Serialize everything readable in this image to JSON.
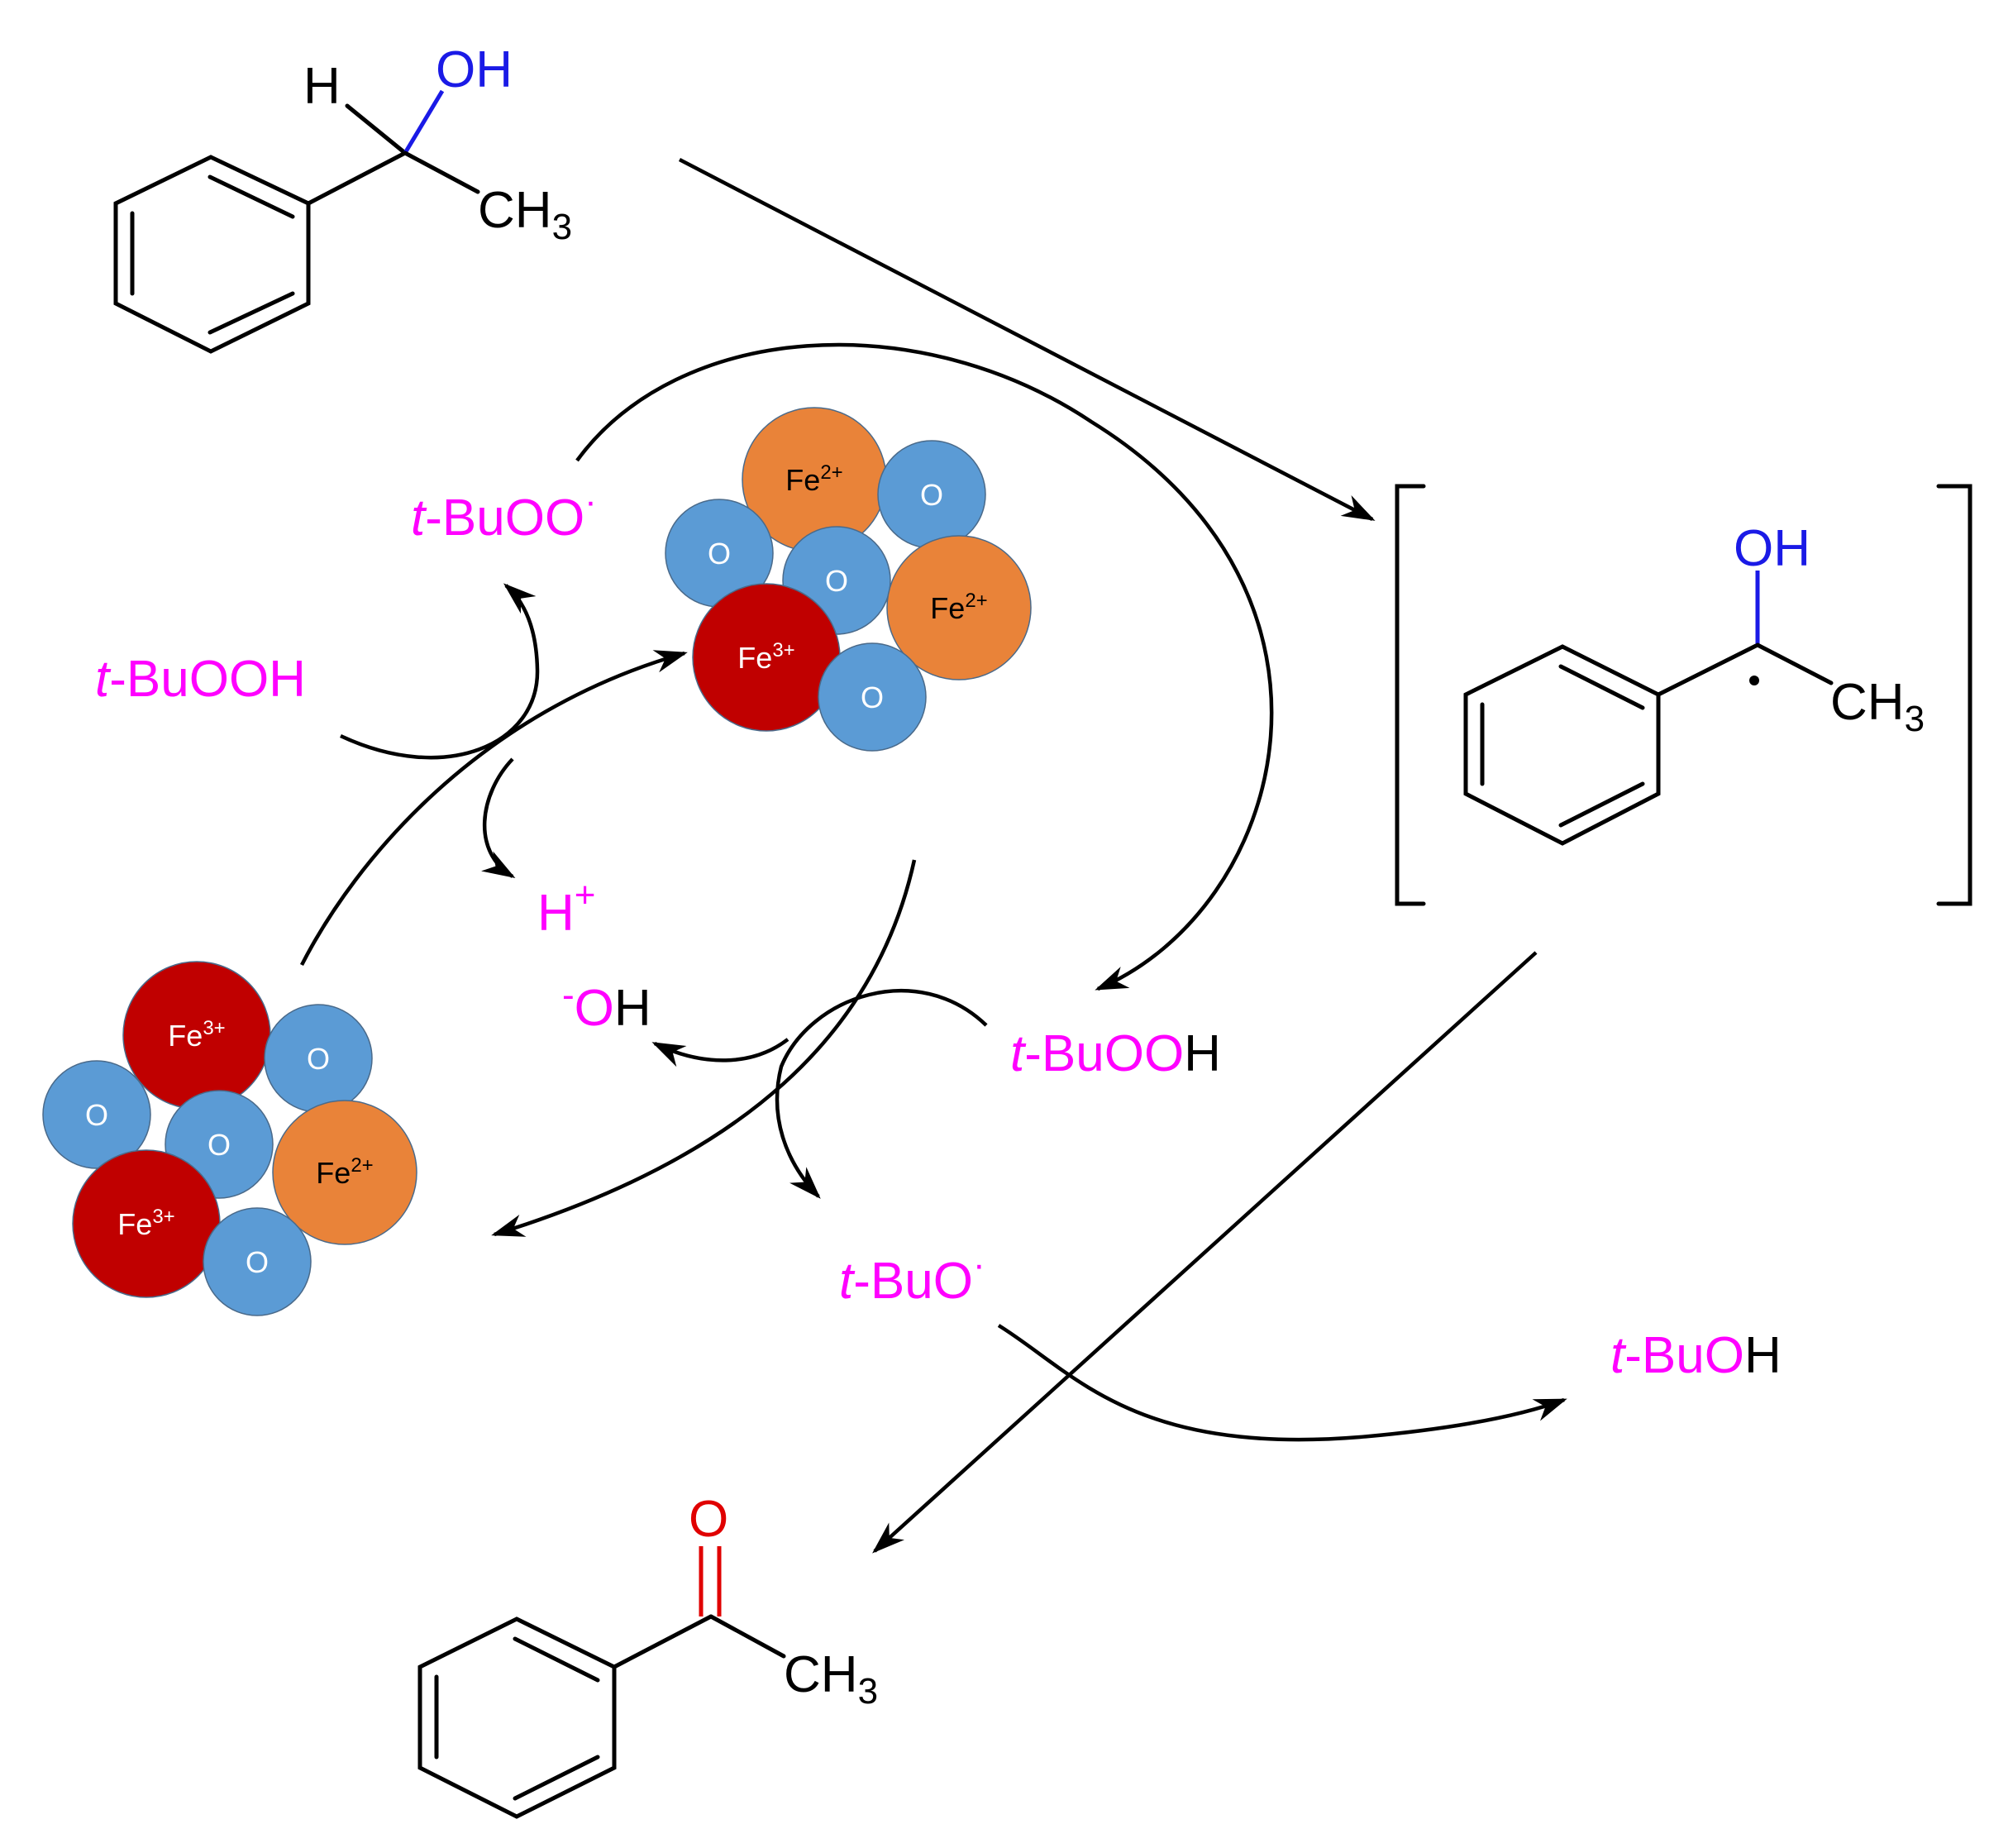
{
  "colors": {
    "magenta": "#f0f",
    "black": "#000000",
    "blue": "#1a1ae6",
    "red": "#e00000",
    "fe2_fill": "#e98339",
    "fe3_fill": "#c00000",
    "o_fill": "#5b9bd5"
  },
  "molecules": {
    "reactant": {
      "H": "H",
      "OH": "OH",
      "CH3": "CH",
      "CH3_sub": "3",
      "name": "1-phenylethanol"
    },
    "radical": {
      "OH": "OH",
      "CH3": "CH",
      "CH3_sub": "3",
      "dot": "·"
    },
    "product": {
      "O": "O",
      "CH3": "CH",
      "CH3_sub": "3"
    }
  },
  "species": {
    "tBuOOdot": {
      "t": "t",
      "rest": "-BuOO",
      "sup": "·"
    },
    "tBuOOH_left": {
      "t": "t",
      "rest": "-BuOOH"
    },
    "Hplus": {
      "base": "H",
      "sup": "+"
    },
    "OHminus": {
      "sup": "-",
      "O": "O",
      "H": "H"
    },
    "tBuOOH_right": {
      "t": "t",
      "rest": "-BuOO",
      "H": "H"
    },
    "tBuOdot": {
      "t": "t",
      "rest": "-BuO",
      "sup": "·"
    },
    "tBuOH": {
      "t": "t",
      "rest": "-BuO",
      "H": "H"
    }
  },
  "clusters": {
    "top": {
      "balls": [
        {
          "kind": "Fe2",
          "label": "Fe",
          "sup": "2+"
        },
        {
          "kind": "O",
          "label": "O"
        },
        {
          "kind": "O",
          "label": "O"
        },
        {
          "kind": "O",
          "label": "O"
        },
        {
          "kind": "Fe2",
          "label": "Fe",
          "sup": "2+"
        },
        {
          "kind": "Fe3",
          "label": "Fe",
          "sup": "3+"
        },
        {
          "kind": "O",
          "label": "O"
        }
      ]
    },
    "bottom": {
      "balls": [
        {
          "kind": "Fe3",
          "label": "Fe",
          "sup": "3+"
        },
        {
          "kind": "O",
          "label": "O"
        },
        {
          "kind": "O",
          "label": "O"
        },
        {
          "kind": "O",
          "label": "O"
        },
        {
          "kind": "Fe2",
          "label": "Fe",
          "sup": "2+"
        },
        {
          "kind": "Fe3",
          "label": "Fe",
          "sup": "3+"
        },
        {
          "kind": "O",
          "label": "O"
        }
      ]
    }
  }
}
